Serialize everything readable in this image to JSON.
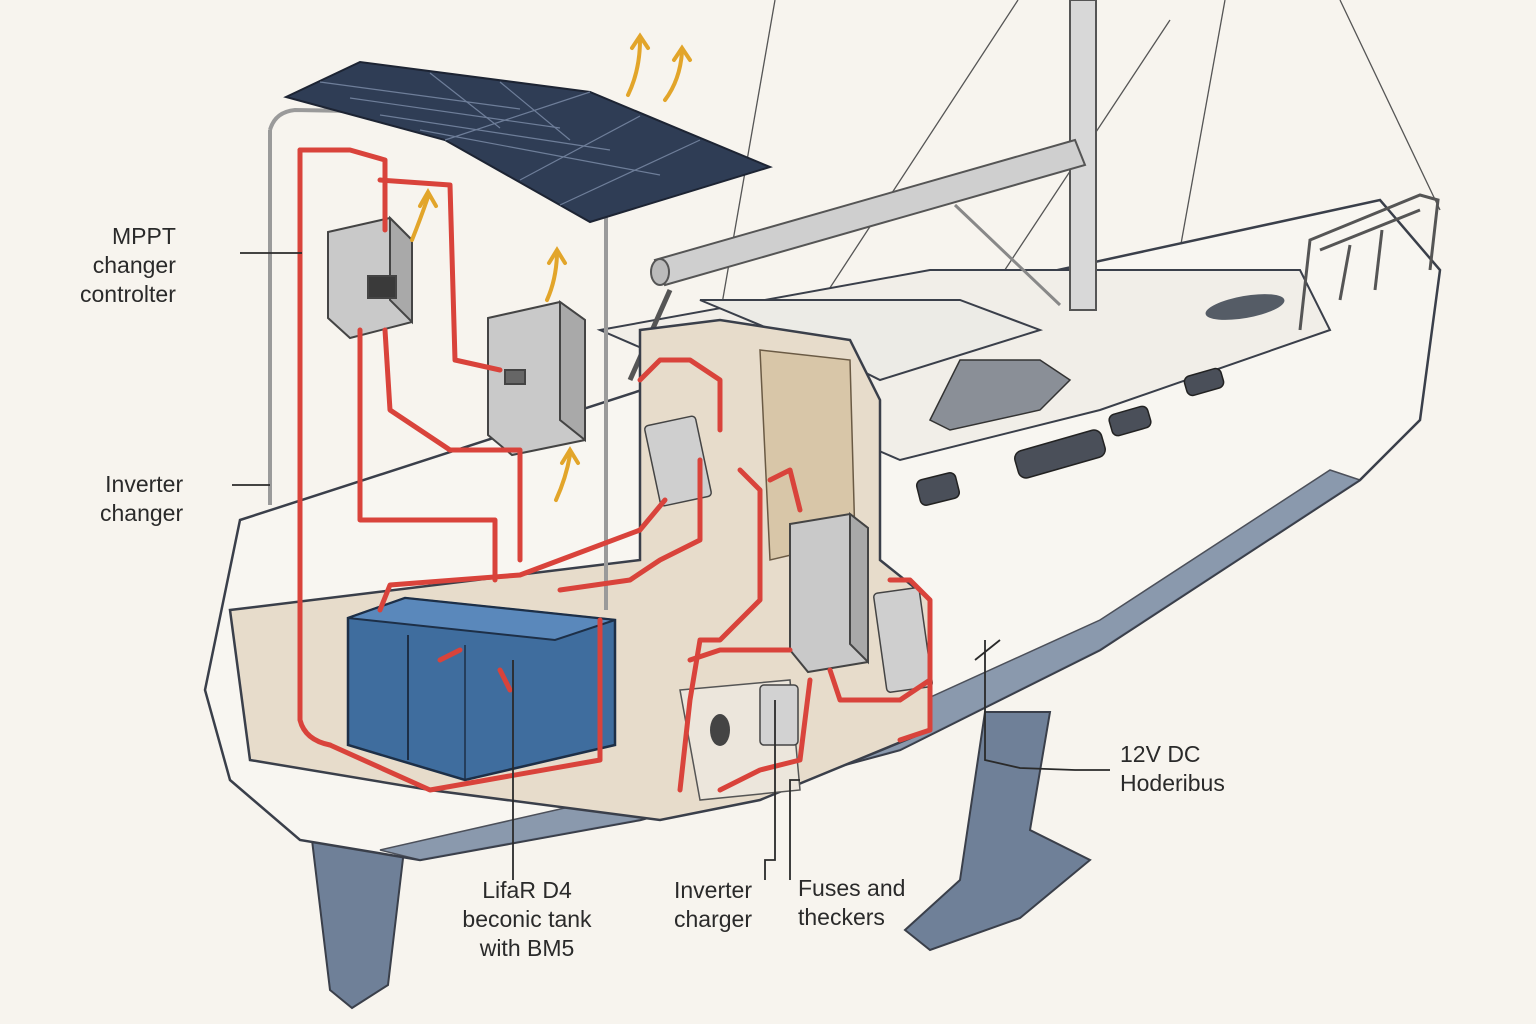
{
  "diagram": {
    "labels": {
      "mppt": {
        "lines": [
          "MPPT",
          "changer",
          "controlter"
        ]
      },
      "inverter_left": {
        "lines": [
          "Inverter",
          "changer"
        ]
      },
      "battery": {
        "lines": [
          "LifaR D4",
          "beconic tank",
          "with BM5"
        ]
      },
      "inverter_bottom": {
        "lines": [
          "Inverter",
          "charger"
        ]
      },
      "fuses": {
        "lines": [
          "Fuses and",
          "theckers"
        ]
      },
      "bus": {
        "lines": [
          "12V DC",
          "Hoderibus"
        ]
      }
    },
    "colors": {
      "wire": "#d9433b",
      "battery": "#3f6d9e",
      "hull": "#f8f6f1",
      "hull_bottom": "#7f8fa6",
      "keel": "#6f8098",
      "solar_panel": "#2f3d55",
      "enclosure": "#c9c9c9",
      "interior": "#e7dccb",
      "arrow": "#e2a52a",
      "ink": "#2a2a2a"
    },
    "icons": [
      "solar-panel-icon",
      "battery-icon",
      "controller-box-icon",
      "fuse-block-icon",
      "heat-arrow-icon"
    ]
  }
}
